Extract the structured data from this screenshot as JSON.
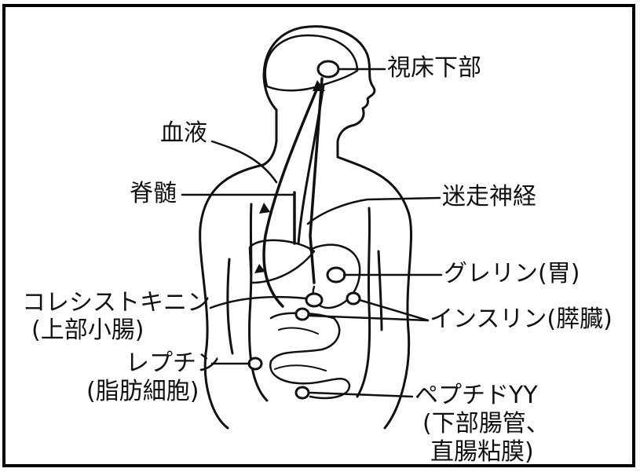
{
  "labels": {
    "hypothalamus": "視床下部",
    "blood": "血液",
    "spinal_cord": "脊髄",
    "vagus_nerve": "迷走神経",
    "ghrelin": "グレリン(胃)",
    "cholecystokinin": "コレシストキニン",
    "cholecystokinin_source": "(上部小腸)",
    "insulin": "インスリン(膵臓)",
    "leptin": "レプチン",
    "leptin_source": "(脂肪細胞)",
    "peptide_yy": "ペプチドYY",
    "peptide_yy_source_1": "(下部腸管、",
    "peptide_yy_source_2": "直腸粘膜)"
  },
  "colors": {
    "ink": "#111111",
    "background": "#ffffff"
  }
}
